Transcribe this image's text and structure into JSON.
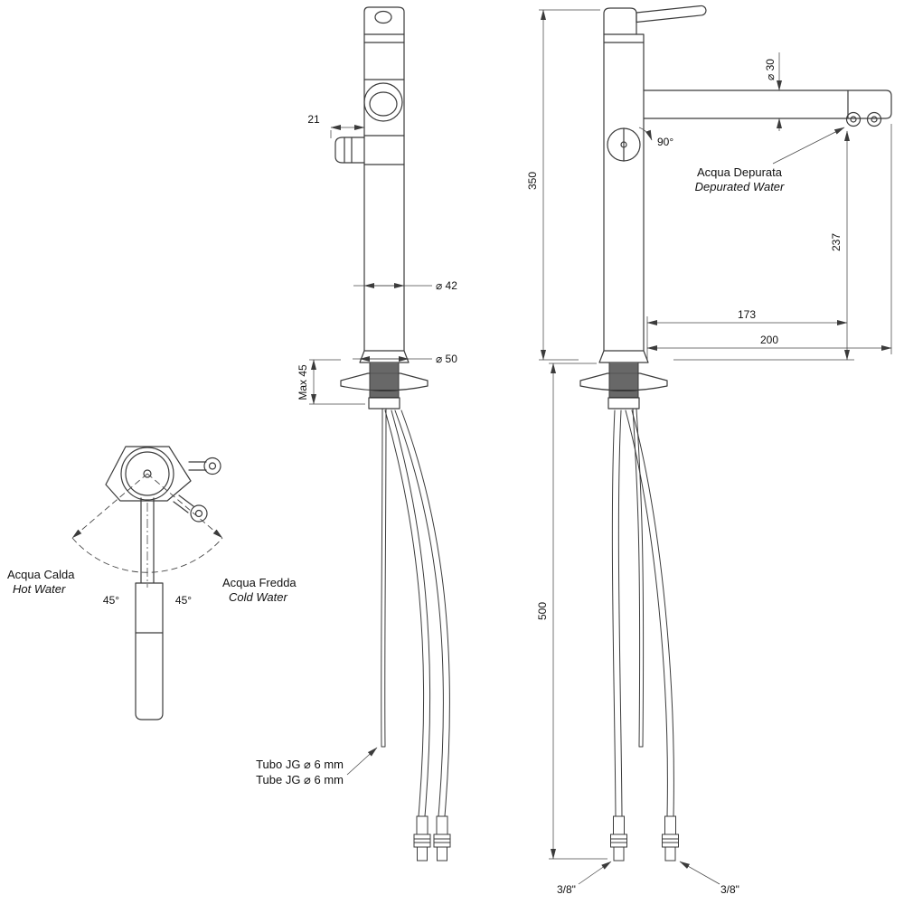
{
  "front_view": {
    "dims": {
      "knob_offset": "21",
      "body_diameter": "⌀ 42",
      "base_diameter": "⌀ 50",
      "max_counter": "Max 45"
    },
    "tube_label": {
      "it": "Tubo JG  ⌀ 6 mm",
      "en": "Tube JG  ⌀ 6 mm"
    }
  },
  "side_view": {
    "dims": {
      "spout_diameter": "⌀ 30",
      "swivel_angle": "90°",
      "total_height": "350",
      "outlet_height": "237",
      "outlet_reach": "173",
      "spout_reach": "200",
      "hose_length": "500"
    },
    "depurated_label": {
      "it": "Acqua Depurata",
      "en": "Depurated Water"
    },
    "fittings": {
      "left": "3/8\"",
      "right": "3/8\""
    }
  },
  "top_view": {
    "hot_label": {
      "it": "Acqua Calda",
      "en": "Hot Water"
    },
    "cold_label": {
      "it": "Acqua Fredda",
      "en": "Cold Water"
    },
    "angles": {
      "left": "45°",
      "right": "45°"
    }
  },
  "colors": {
    "line": "#3b3b3b",
    "text": "#111111",
    "background": "#ffffff"
  }
}
